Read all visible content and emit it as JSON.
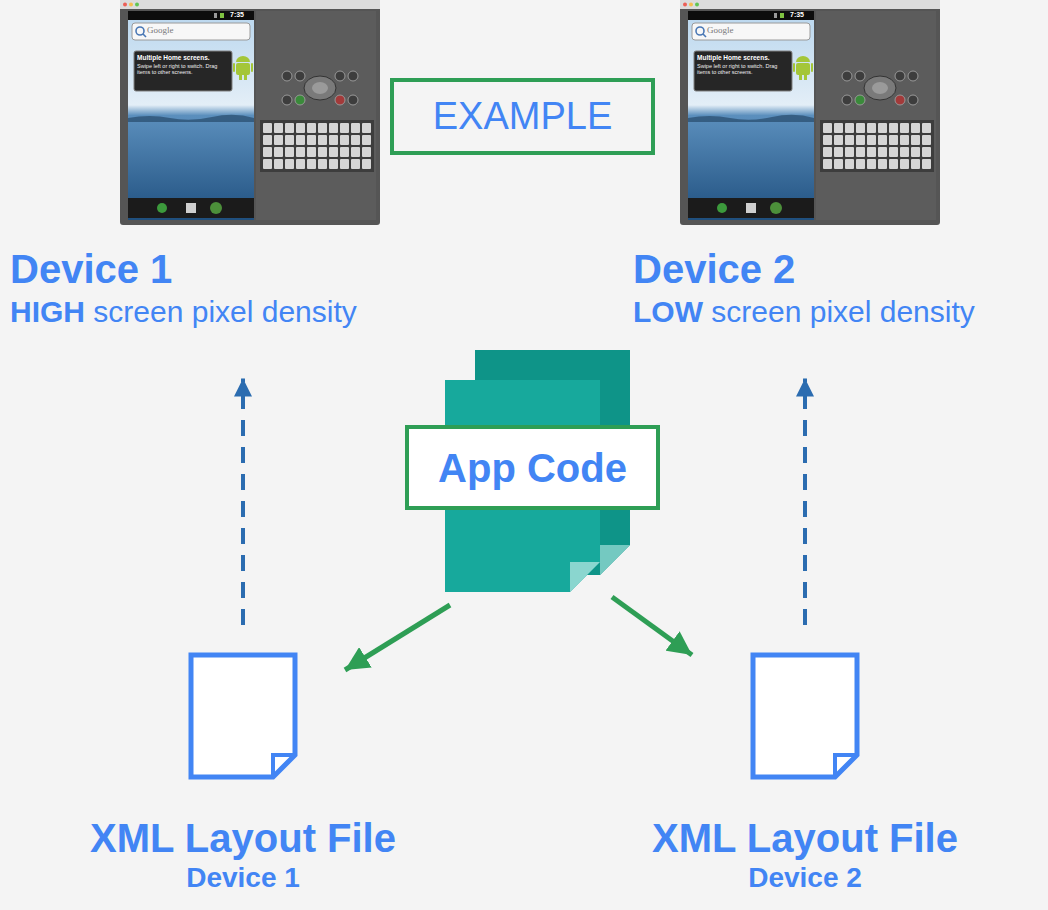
{
  "diagram": {
    "nodes": [
      {
        "text": [
          "EXAMPLE"
        ]
      },
      {
        "text": [
          "Device 1",
          "HIGH screen pixel density"
        ]
      },
      {
        "text": [
          "Device 2",
          "LOW screen pixel density"
        ]
      },
      {
        "text": [
          "App Code"
        ]
      },
      {
        "text": [
          "XML Layout File",
          "Device 1"
        ]
      },
      {
        "text": [
          "XML Layout File",
          "Device 2"
        ]
      }
    ],
    "edges": [
      {
        "from": 3,
        "to": 4,
        "arrow": "to"
      },
      {
        "from": 3,
        "to": 5,
        "arrow": "to"
      },
      {
        "from": 4,
        "to": 1,
        "arrow": "to"
      },
      {
        "from": 5,
        "to": 2,
        "arrow": "to"
      }
    ],
    "labels": [
      "7:35",
      "Google",
      "Multiple Home screens.",
      "Swipe left or right to switch. Drag items to other screens.",
      "7:35",
      "Google",
      "Multiple Home screens.",
      "Swipe left or right to switch. Drag items to other screens."
    ]
  }
}
